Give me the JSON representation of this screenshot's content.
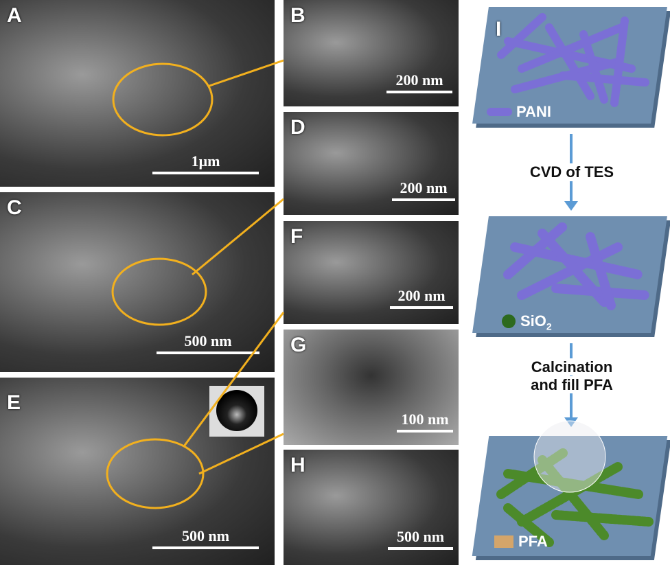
{
  "panels": {
    "A": {
      "label": "A",
      "scale": "1μm"
    },
    "B": {
      "label": "B",
      "scale": "200 nm"
    },
    "C": {
      "label": "C",
      "scale": "500 nm"
    },
    "D": {
      "label": "D",
      "scale": "200 nm"
    },
    "E": {
      "label": "E",
      "scale": "500 nm"
    },
    "F": {
      "label": "F",
      "scale": "200 nm"
    },
    "G": {
      "label": "G",
      "scale": "100 nm"
    },
    "H": {
      "label": "H",
      "scale": "500 nm"
    }
  },
  "schematic": {
    "label": "I",
    "legend1": "PANI",
    "step1": "CVD of TES",
    "legend2": "SiO",
    "legend2_sub": "2",
    "step2_line1": "Calcination",
    "step2_line2": "and fill PFA",
    "legend3": "PFA"
  },
  "colors": {
    "highlight": "#f2b01e",
    "arrow": "#5b9bd5",
    "plate": "#6f8fb0",
    "pani": "#7b6fd6"
  }
}
